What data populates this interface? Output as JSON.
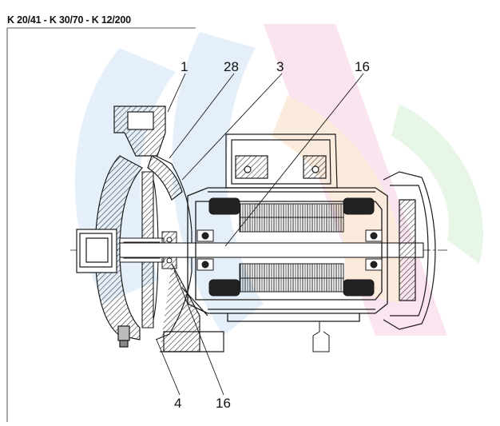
{
  "title": "K 20/41 - K 30/70 - K 12/200",
  "callouts": {
    "c1": "1",
    "c28": "28",
    "c3": "3",
    "c16_top": "16",
    "c4": "4",
    "c16_bottom": "16"
  },
  "colors": {
    "line": "#1a1a1a",
    "hatch": "#333333",
    "watermark_blue": "#cfe3f5",
    "watermark_pink": "#f7cfe3",
    "watermark_orange": "#f9dcc2",
    "watermark_green": "#d7efd7"
  }
}
